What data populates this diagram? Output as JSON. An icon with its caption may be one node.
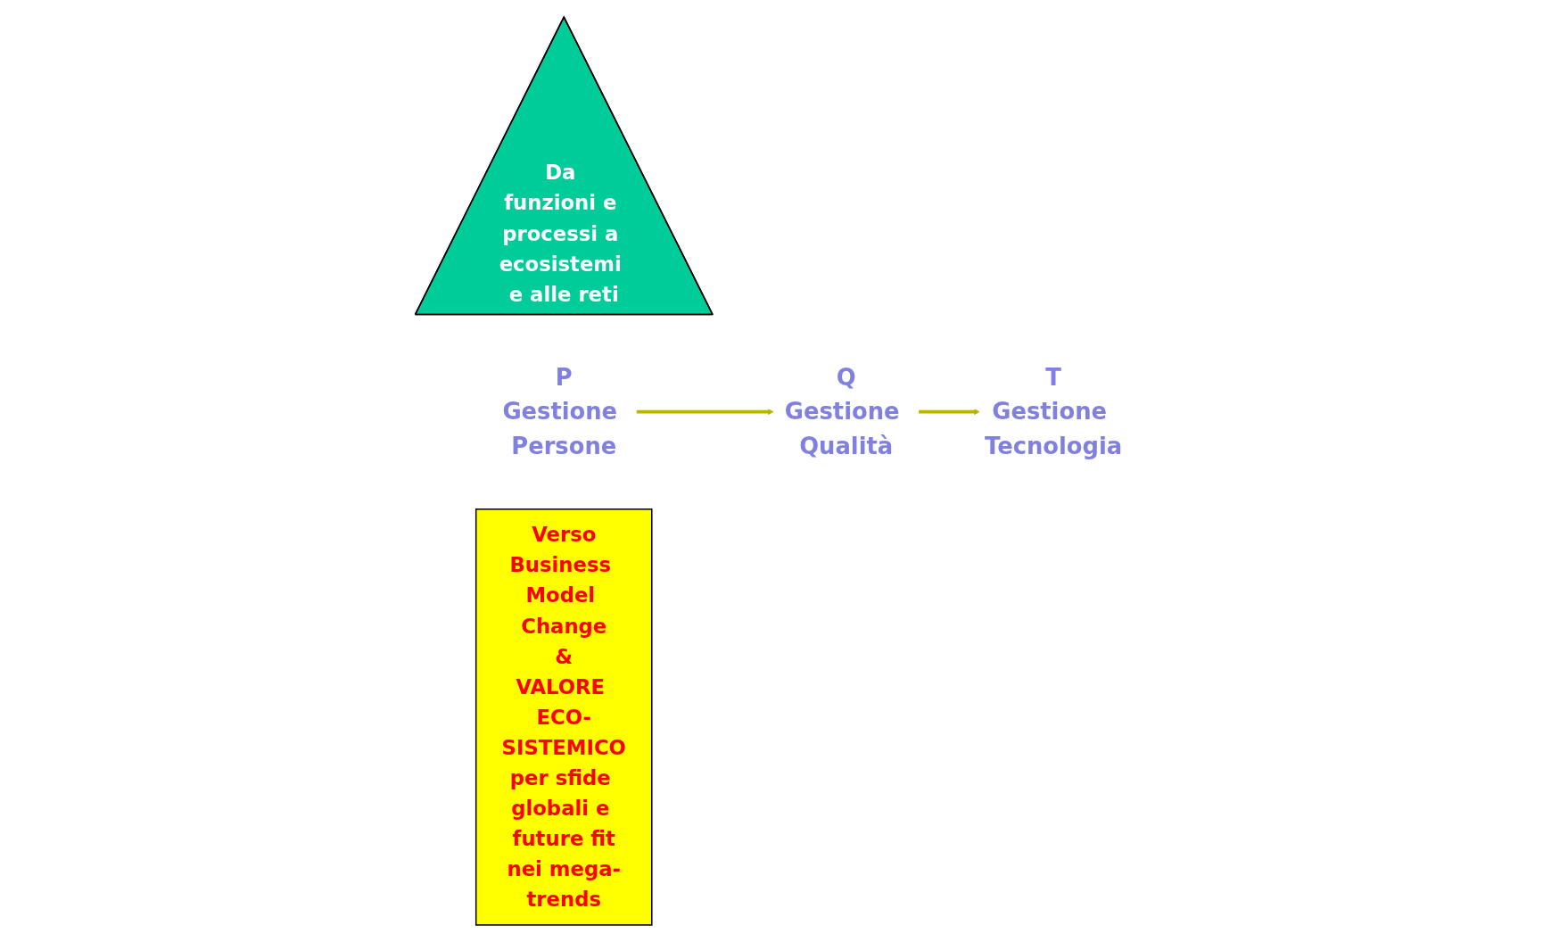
{
  "diagram": {
    "nodes": [
      {
        "text": [
          "Q",
          "Gestione Qualità"
        ]
      },
      {
        "text": [
          "Da funzioni e processi a ecosistemi e alle reti"
        ]
      },
      {
        "text": [
          "P",
          "Gestione Persone"
        ]
      },
      {
        "text": [
          "T",
          "Gestione Tecnologia"
        ]
      },
      {
        "text": [
          "Verso",
          "Business Model Change",
          "&",
          "VALORE ECO-SISTEMICO",
          "per sfide globali e future fit",
          "nei mega-trends"
        ]
      }
    ],
    "edges": [
      {
        "from": 2,
        "to": 0,
        "arrow": "to"
      },
      {
        "from": 0,
        "to": 3,
        "arrow": "to"
      }
    ]
  }
}
